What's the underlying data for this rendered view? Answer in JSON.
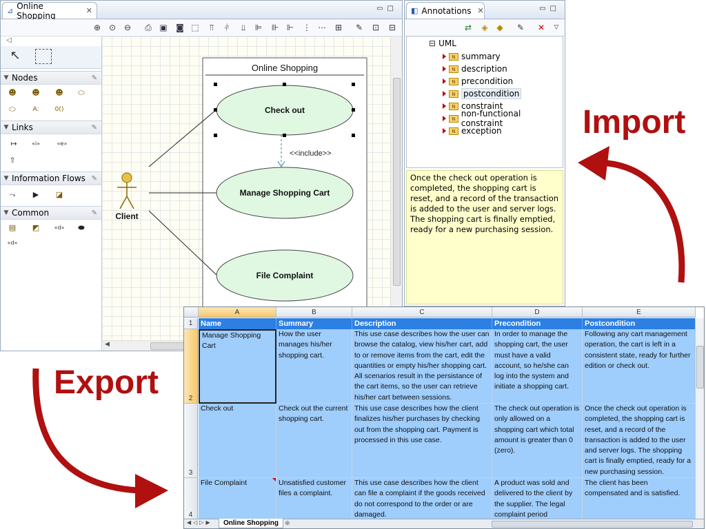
{
  "editor": {
    "tab_title": "Online Shopping",
    "palette": {
      "sections": [
        "Nodes",
        "Links",
        "Information Flows",
        "Common"
      ]
    },
    "diagram": {
      "system_title": "Online Shopping",
      "actor": "Client",
      "use_cases": [
        "Check out",
        "Manage Shopping Cart",
        "File Complaint"
      ],
      "include_label": "<<include>>"
    }
  },
  "annotations": {
    "tab_title": "Annotations",
    "tree_root": "UML",
    "items": [
      "summary",
      "description",
      "precondition",
      "postcondition",
      "constraint",
      "non-functional constraint",
      "exception"
    ],
    "selected_index": 3,
    "note_text": "Once the check out operation is completed, the shopping cart is reset, and a record of the transaction is added to the user and server logs.\nThe shopping cart is finally emptied, ready for a new purchasing session."
  },
  "labels": {
    "import": "Import",
    "export": "Export"
  },
  "spreadsheet": {
    "columns": [
      "A",
      "B",
      "C",
      "D",
      "E"
    ],
    "header_row": [
      "Name",
      "Summary",
      "Description",
      "Precondition",
      "Postcondition"
    ],
    "rows": [
      [
        "Manage Shopping Cart",
        "How the user manages his/her shopping cart.",
        "This use case describes how the user can browse the catalog, view his/her cart, add to or remove items from the cart, edit the quantities or empty his/her shopping cart. All scenarios result in the persistance of the cart items, so the user can retrieve his/her cart between sessions.",
        "In order to manage the shopping cart, the user must have a valid account, so he/she can log into the system and initiate a shopping cart.",
        "Following any cart management operation, the cart is left in a consistent state, ready for further edition or check out."
      ],
      [
        "Check out",
        "Check out the current shopping cart.",
        "This use case describes how the client finalizes his/her purchases by checking out from the shopping cart. Payment is processed in this use case.",
        "The check out operation is only allowed on a shopping cart which total amount is greater than 0 (zero).",
        "Once the check out operation is completed, the shopping cart is reset, and a record of the transaction is added to the user and server logs. The shopping cart is finally emptied, ready for a new purchasing session."
      ],
      [
        "File Complaint",
        "Unsatisfied customer files a complaint.",
        "This use case describes how the client can file a complaint if the goods received do not correspond to the order or are damaged.",
        "A product was sold and delivered to the client by the supplier. The legal complaint period",
        "The client has been compensated and is satisfied."
      ]
    ],
    "row_numbers": [
      "1",
      "2",
      "3",
      "4"
    ],
    "sheet_tab": "Online Shopping",
    "colors": {
      "header": "#2c7fe3",
      "cell": "#9fcdfc"
    }
  }
}
